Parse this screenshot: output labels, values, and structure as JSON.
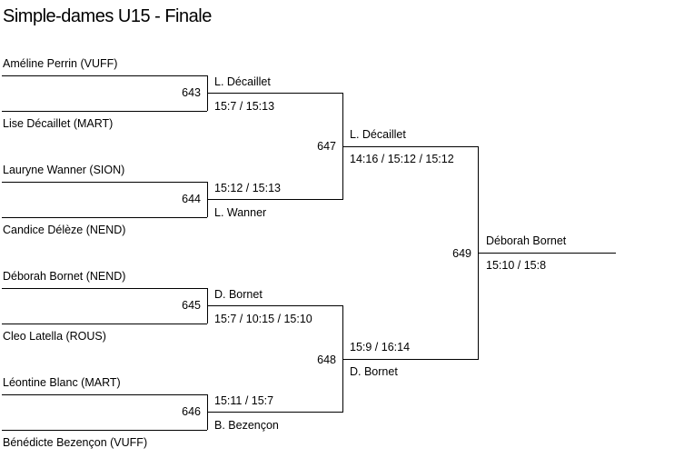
{
  "title": "Simple-dames U15 - Finale",
  "round1": [
    {
      "number": "643",
      "player_top": "Améline Perrin (VUFF)",
      "player_bottom": "Lise Décaillet (MART)",
      "winner": "L. Décaillet",
      "score": "15:7 / 15:13"
    },
    {
      "number": "644",
      "player_top": "Lauryne Wanner (SION)",
      "player_bottom": "Candice Délèze (NEND)",
      "winner": "L. Wanner",
      "score": "15:12 / 15:13"
    },
    {
      "number": "645",
      "player_top": "Déborah Bornet (NEND)",
      "player_bottom": "Cleo Latella (ROUS)",
      "winner": "D. Bornet",
      "score": "15:7 / 10:15 / 15:10"
    },
    {
      "number": "646",
      "player_top": "Léontine Blanc (MART)",
      "player_bottom": "Bénédicte Bezençon (VUFF)",
      "winner": "B. Bezençon",
      "score": "15:11 / 15:7"
    }
  ],
  "round2": [
    {
      "number": "647",
      "winner": "L. Décaillet",
      "score": "14:16 / 15:12 / 15:12"
    },
    {
      "number": "648",
      "winner": "D. Bornet",
      "score": "15:9 / 16:14"
    }
  ],
  "final": {
    "number": "649",
    "winner": "Déborah Bornet",
    "score": "15:10 / 15:8"
  }
}
